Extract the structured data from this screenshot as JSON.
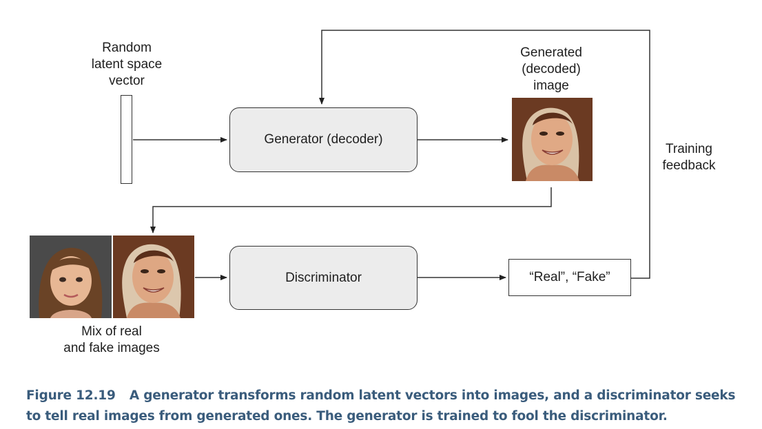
{
  "diagram": {
    "latent_vector_label": [
      "Random",
      "latent space",
      "vector"
    ],
    "generator_label": "Generator (decoder)",
    "generated_image_label": [
      "Generated",
      "(decoded)",
      "image"
    ],
    "training_feedback_label": [
      "Training",
      "feedback"
    ],
    "discriminator_label": "Discriminator",
    "output_label": "“Real”, “Fake”",
    "mix_label": [
      "Mix of real",
      "and fake images"
    ]
  },
  "caption": {
    "number": "Figure 12.19",
    "text": "A generator transforms random latent vectors into images, and a discriminator seeks to tell real images from generated ones. The generator is trained to fool the discriminator."
  },
  "images": {
    "generated_face": "generated-woman-face",
    "real_face": "real-child-face",
    "fake_face": "generated-woman-face"
  },
  "colors": {
    "box_fill": "#ececec",
    "line": "#333333",
    "caption": "#3a5c7c"
  }
}
